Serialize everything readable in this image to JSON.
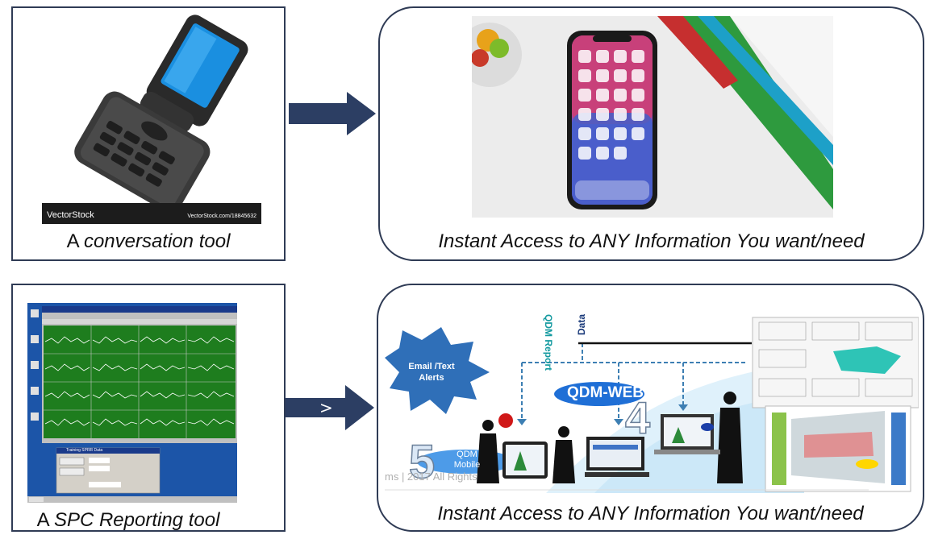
{
  "panels": {
    "top_left": {
      "caption_a": "A",
      "caption_b": "conversation tool",
      "stock_logo": "VectorStock",
      "stock_url": "VectorStock.com/18845632"
    },
    "top_right": {
      "caption": "Instant Access to ANY Information You want/need"
    },
    "bottom_left": {
      "caption_a": "A",
      "caption_b": "SPC Reporting tool",
      "dialog_title": "Training SPRR Data"
    },
    "bottom_right": {
      "caption": "Instant Access to ANY Information You want/need",
      "email_alert": "Email /Text Alerts",
      "qdm_web": "QDM-WEB",
      "number_4": "4",
      "number_5": "5",
      "qdm_mobile": "QDM Mobile",
      "qdm_report": "QDM Report",
      "data_label": "Data",
      "copyright_fragment": "ms | 2017 All Rights"
    }
  },
  "arrows": {
    "bottom_arrow_text": ">"
  },
  "colors": {
    "border": "#2f3b55",
    "arrow": "#2c3e63",
    "spc_green": "#1e7d1e",
    "qdm_blue": "#1f6fd6"
  }
}
